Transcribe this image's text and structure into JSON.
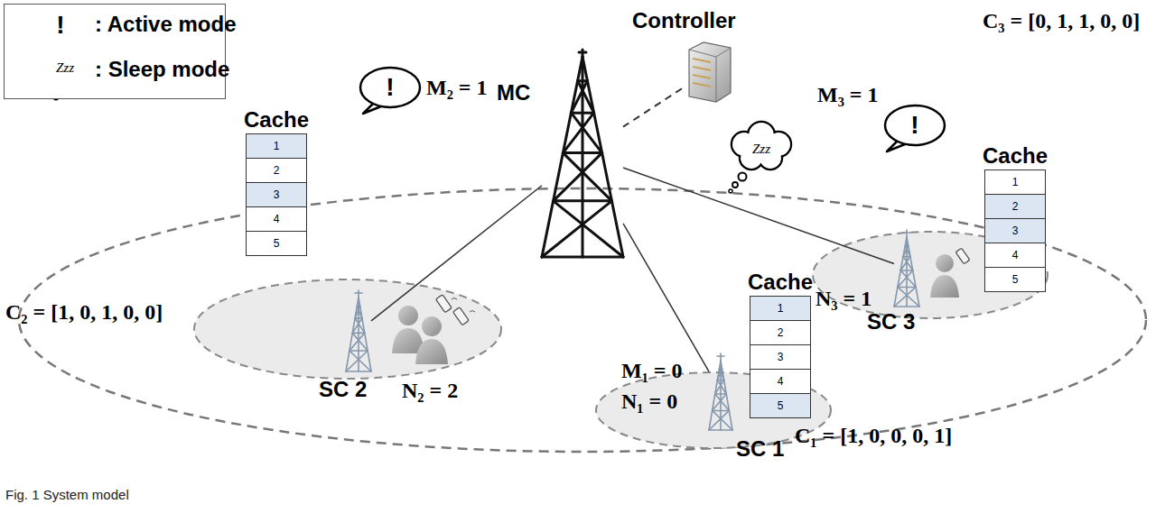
{
  "diagram": {
    "caption": "Fig. 1 System model",
    "nodes": [
      {
        "text": [
          "Controller"
        ]
      },
      {
        "text": [
          "MC"
        ]
      },
      {
        "text": [
          "Cache",
          "1",
          "2",
          "3",
          "4",
          "5"
        ]
      },
      {
        "text": [
          "SC 2"
        ]
      },
      {
        "text": [
          "Cache",
          "1",
          "2",
          "3",
          "4",
          "5"
        ]
      },
      {
        "text": [
          "SC 3"
        ]
      },
      {
        "text": [
          "Cache",
          "1",
          "2",
          "3",
          "4",
          "5"
        ]
      },
      {
        "text": [
          "SC 1"
        ]
      }
    ],
    "edges": [
      {
        "from": 0,
        "to": 1,
        "arrow": "none"
      },
      {
        "from": 1,
        "to": 3,
        "arrow": "none"
      },
      {
        "from": 1,
        "to": 5,
        "arrow": "none"
      },
      {
        "from": 1,
        "to": 7,
        "arrow": "none"
      }
    ],
    "labels": [
      "!",
      "Zzz",
      "!",
      "M₂ = 1",
      "C₂ = [1, 0, 1, 0, 0]",
      "N₂ = 2",
      "C₃ = [0, 1, 1, 0, 0]",
      "M₃ = 1",
      "!",
      "N₃ = 1",
      "Zzz",
      "M₁ = 0",
      "N₁ = 0",
      "C₁ = [1, 0, 0, 0, 1]"
    ],
    "legend": [
      {
        "text": ": Active mode"
      },
      {
        "text": ": Sleep mode"
      }
    ]
  }
}
